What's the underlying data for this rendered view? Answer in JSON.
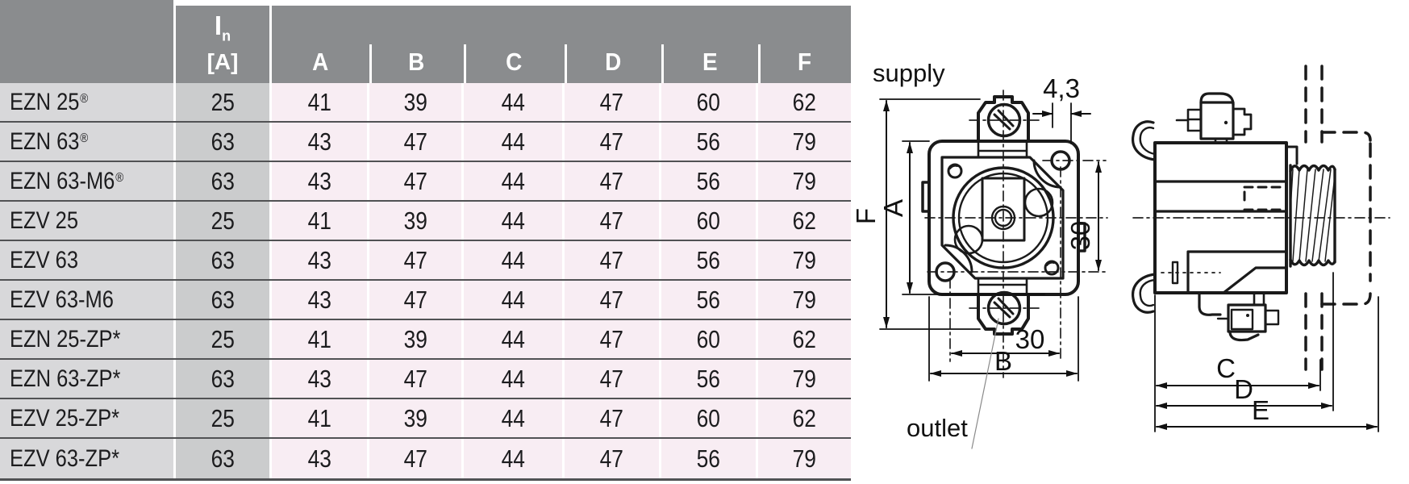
{
  "table": {
    "header": {
      "in_symbol": "I",
      "in_sub": "n",
      "in_unit": "[A]",
      "dims": [
        "A",
        "B",
        "C",
        "D",
        "E",
        "F"
      ]
    },
    "rows": [
      {
        "label": "EZN 25",
        "sup": "®",
        "in": "25",
        "A": "41",
        "B": "39",
        "C": "44",
        "D": "47",
        "E": "60",
        "F": "62"
      },
      {
        "label": "EZN 63",
        "sup": "®",
        "in": "63",
        "A": "43",
        "B": "47",
        "C": "44",
        "D": "47",
        "E": "56",
        "F": "79"
      },
      {
        "label": "EZN 63-M6",
        "sup": "®",
        "in": "63",
        "A": "43",
        "B": "47",
        "C": "44",
        "D": "47",
        "E": "56",
        "F": "79"
      },
      {
        "label": "EZV 25",
        "sup": "",
        "in": "25",
        "A": "41",
        "B": "39",
        "C": "44",
        "D": "47",
        "E": "60",
        "F": "62"
      },
      {
        "label": "EZV 63",
        "sup": "",
        "in": "63",
        "A": "43",
        "B": "47",
        "C": "44",
        "D": "47",
        "E": "56",
        "F": "79"
      },
      {
        "label": "EZV 63-M6",
        "sup": "",
        "in": "63",
        "A": "43",
        "B": "47",
        "C": "44",
        "D": "47",
        "E": "56",
        "F": "79"
      },
      {
        "label": "EZN 25-ZP*",
        "sup": "",
        "in": "25",
        "A": "41",
        "B": "39",
        "C": "44",
        "D": "47",
        "E": "60",
        "F": "62"
      },
      {
        "label": "EZN 63-ZP*",
        "sup": "",
        "in": "63",
        "A": "43",
        "B": "47",
        "C": "44",
        "D": "47",
        "E": "56",
        "F": "79"
      },
      {
        "label": "EZV 25-ZP*",
        "sup": "",
        "in": "25",
        "A": "41",
        "B": "39",
        "C": "44",
        "D": "47",
        "E": "60",
        "F": "62"
      },
      {
        "label": "EZV 63-ZP*",
        "sup": "",
        "in": "63",
        "A": "43",
        "B": "47",
        "C": "44",
        "D": "47",
        "E": "56",
        "F": "79"
      }
    ]
  },
  "drawing": {
    "front_view": {
      "supply_label": "supply",
      "outlet_label": "outlet",
      "dim_43": "4,3",
      "dim_30_right": "30",
      "dim_30_bottom": "30",
      "dim_A": "A",
      "dim_B": "B",
      "dim_F": "F"
    },
    "side_view": {
      "dim_C": "C",
      "dim_D": "D",
      "dim_E": "E"
    }
  },
  "colors": {
    "header_gray": "#8a8c8e",
    "name_col_bg": "#d8d8da",
    "in_col_bg": "#cbcccd",
    "data_cell_pink": "#f8edf3",
    "row_divider": "#515254",
    "drawing_line": "#1a1a1a"
  }
}
